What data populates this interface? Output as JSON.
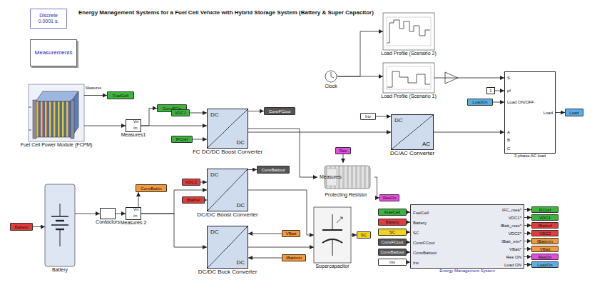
{
  "diagram": {
    "title": "Energy Management Systems for a Fuel Cell Vehicle with Hybrid Storage System (Battery & Super Capacitor)",
    "nodes": [
      {
        "text": [
          "Discrete 0.0001 s."
        ]
      },
      {
        "text": [
          "Measurements"
        ]
      },
      {
        "text": [
          "Fuel Cell Power Module (FCPM)"
        ]
      },
      {
        "text": [
          "FuelCell"
        ]
      },
      {
        "text": [
          "ConvFCin"
        ]
      },
      {
        "text": [
          "Measures1"
        ]
      },
      {
        "text": [
          "VDC1"
        ]
      },
      {
        "text": [
          "IFCref"
        ]
      },
      {
        "text": [
          "DC",
          "DC",
          "FC DC/DC Boost Converter"
        ]
      },
      {
        "text": [
          "ConvFCout"
        ]
      },
      {
        "text": [
          "Clock"
        ]
      },
      {
        "text": [
          "Load Profile (Scenario 2)"
        ]
      },
      {
        "text": [
          "Load Profile (Scenario 1)"
        ]
      },
      {
        "text": [
          "Inv"
        ]
      },
      {
        "text": [
          "DC",
          "AC",
          "DC/AC Converter"
        ]
      },
      {
        "text": [
          "1"
        ]
      },
      {
        "text": [
          "LoadOn"
        ]
      },
      {
        "text": [
          "S",
          "pf",
          "Load ON/OFF",
          "A",
          "B",
          "C",
          "Load",
          "3-phase AC load"
        ]
      },
      {
        "text": [
          "Load"
        ]
      },
      {
        "text": [
          "Res"
        ]
      },
      {
        "text": [
          "Measures",
          "Protecting Resistor"
        ]
      },
      {
        "text": [
          "ResOn"
        ]
      },
      {
        "text": [
          "Battery"
        ]
      },
      {
        "text": [
          "Battery"
        ]
      },
      {
        "text": [
          "Contactors"
        ]
      },
      {
        "text": [
          "Measures 2"
        ]
      },
      {
        "text": [
          "ConvBattin"
        ]
      },
      {
        "text": [
          "VDC2"
        ]
      },
      {
        "text": [
          "IBattref"
        ]
      },
      {
        "text": [
          "DC",
          "DC",
          "DC/DC Boost Converter"
        ]
      },
      {
        "text": [
          "ConvBattout"
        ]
      },
      {
        "text": [
          "DC",
          "DC",
          "DC/DC Buck Converter"
        ]
      },
      {
        "text": [
          "VBatt"
        ]
      },
      {
        "text": [
          "IBattmin"
        ]
      },
      {
        "text": [
          "Supercapacitor"
        ]
      },
      {
        "text": [
          "SC"
        ]
      },
      {
        "text": [
          "FuelCell"
        ]
      },
      {
        "text": [
          "Battery"
        ]
      },
      {
        "text": [
          "SC"
        ]
      },
      {
        "text": [
          "ConvFCout"
        ]
      },
      {
        "text": [
          "ConvBattout"
        ]
      },
      {
        "text": [
          "Inv"
        ]
      },
      {
        "text": [
          "FuelCell",
          "Battery",
          "SC",
          "ConvFCout",
          "ConvBattout",
          "Inv",
          "IFC_mea*",
          "VDC1*",
          "IBatt_max*",
          "VDC2*",
          "IBatt_min*",
          "VBatt*",
          "Res ON",
          "Load ON",
          "Energy Management System"
        ]
      },
      {
        "text": [
          "IFCref"
        ]
      },
      {
        "text": [
          "VDC1"
        ]
      },
      {
        "text": [
          "IBattref"
        ]
      },
      {
        "text": [
          "VDC2"
        ]
      },
      {
        "text": [
          "IBattmin"
        ]
      },
      {
        "text": [
          "VBatt"
        ]
      },
      {
        "text": [
          "ResOn"
        ]
      },
      {
        "text": [
          "LoadOn"
        ]
      }
    ],
    "edges": [
      {
        "from": 2,
        "to": 3,
        "arrow": "to"
      },
      {
        "from": 2,
        "to": 5,
        "arrow": "to"
      },
      {
        "from": 5,
        "to": 4,
        "arrow": "to"
      },
      {
        "from": 5,
        "to": 8,
        "arrow": "to"
      },
      {
        "from": 6,
        "to": 8,
        "arrow": "to"
      },
      {
        "from": 7,
        "to": 8,
        "arrow": "to"
      },
      {
        "from": 8,
        "to": 9,
        "arrow": "to"
      },
      {
        "from": 8,
        "to": 14,
        "arrow": "to"
      },
      {
        "from": 8,
        "to": 20,
        "arrow": "to"
      },
      {
        "from": 13,
        "to": 14,
        "arrow": "to"
      },
      {
        "from": 10,
        "to": 11,
        "arrow": "to"
      },
      {
        "from": 10,
        "to": 12,
        "arrow": "to"
      },
      {
        "from": 12,
        "to": 17,
        "arrow": "to"
      },
      {
        "from": 15,
        "to": 17,
        "arrow": "to"
      },
      {
        "from": 16,
        "to": 17,
        "arrow": "to"
      },
      {
        "from": 14,
        "to": 17,
        "arrow": "to"
      },
      {
        "from": 17,
        "to": 18,
        "arrow": "to"
      },
      {
        "from": 19,
        "to": 20,
        "arrow": "to"
      },
      {
        "from": 20,
        "to": 21,
        "arrow": "to"
      },
      {
        "from": 22,
        "to": 23,
        "arrow": "to"
      },
      {
        "from": 23,
        "to": 24,
        "arrow": "to"
      },
      {
        "from": 24,
        "to": 25,
        "arrow": "to"
      },
      {
        "from": 25,
        "to": 26,
        "arrow": "to"
      },
      {
        "from": 25,
        "to": 29,
        "arrow": "to"
      },
      {
        "from": 25,
        "to": 31,
        "arrow": "to"
      },
      {
        "from": 27,
        "to": 29,
        "arrow": "to"
      },
      {
        "from": 28,
        "to": 29,
        "arrow": "to"
      },
      {
        "from": 29,
        "to": 30,
        "arrow": "to"
      },
      {
        "from": 29,
        "to": 34,
        "arrow": "to"
      },
      {
        "from": 31,
        "to": 34,
        "arrow": "to"
      },
      {
        "from": 32,
        "to": 31,
        "arrow": "to"
      },
      {
        "from": 33,
        "to": 31,
        "arrow": "to"
      },
      {
        "from": 34,
        "to": 35,
        "arrow": "to"
      },
      {
        "from": 36,
        "to": 42,
        "arrow": "to"
      },
      {
        "from": 37,
        "to": 42,
        "arrow": "to"
      },
      {
        "from": 38,
        "to": 42,
        "arrow": "to"
      },
      {
        "from": 39,
        "to": 42,
        "arrow": "to"
      },
      {
        "from": 40,
        "to": 42,
        "arrow": "to"
      },
      {
        "from": 41,
        "to": 42,
        "arrow": "to"
      },
      {
        "from": 42,
        "to": 43,
        "arrow": "to"
      },
      {
        "from": 42,
        "to": 44,
        "arrow": "to"
      },
      {
        "from": 42,
        "to": 45,
        "arrow": "to"
      },
      {
        "from": 42,
        "to": 46,
        "arrow": "to"
      },
      {
        "from": 42,
        "to": 47,
        "arrow": "to"
      },
      {
        "from": 42,
        "to": 48,
        "arrow": "to"
      },
      {
        "from": 42,
        "to": 49,
        "arrow": "to"
      },
      {
        "from": 42,
        "to": 50,
        "arrow": "to"
      }
    ],
    "labels": [
      "Measures",
      "Vm",
      "Im",
      "Vm",
      "Im"
    ]
  }
}
